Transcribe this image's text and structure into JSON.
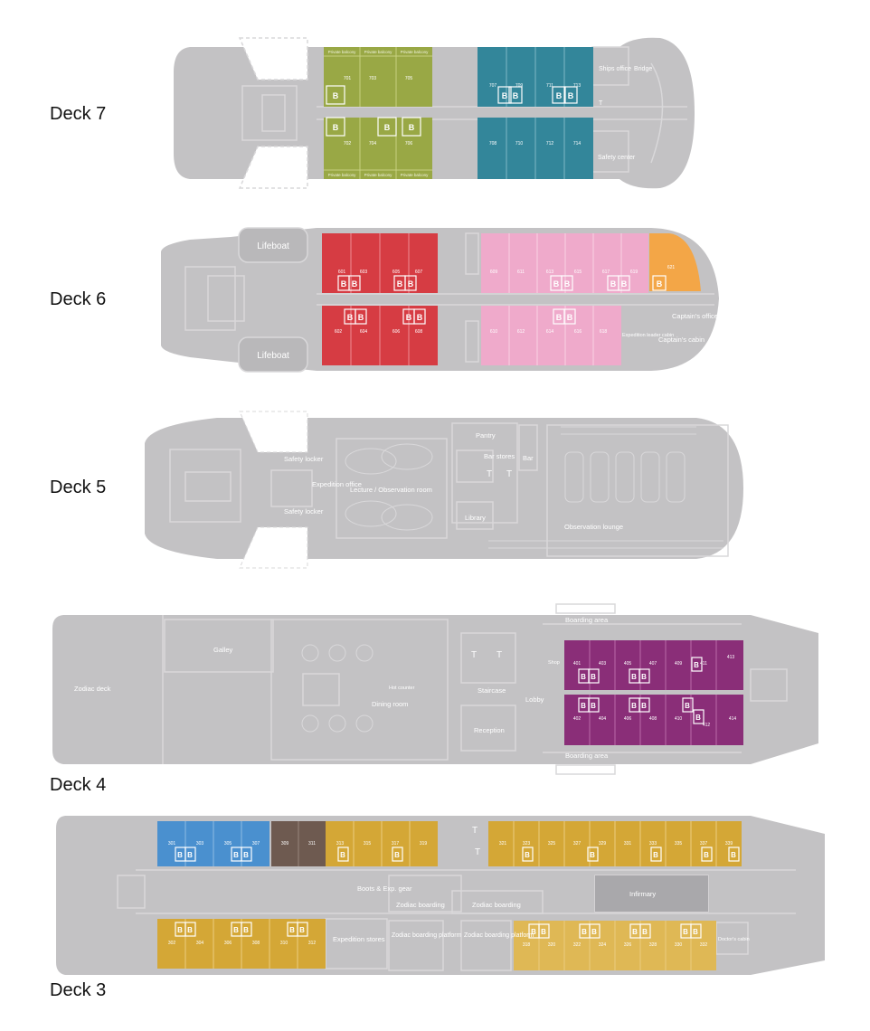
{
  "colors": {
    "hull": "#c3c2c4",
    "line": "#d9d8da",
    "olive": "#99a845",
    "teal": "#33869a",
    "red": "#d63c43",
    "pink": "#efaacb",
    "orange": "#f3a647",
    "purple": "#8a2e78",
    "blue": "#4a90cf",
    "brown": "#6e5a50",
    "gold": "#d4a736",
    "gold_light": "#dfb855"
  },
  "decks": [
    {
      "label": "Deck 7",
      "rooms": [
        "Ships office",
        "Bridge",
        "Safety center",
        "T"
      ],
      "balcony": "Private balcony",
      "cabins": {
        "olive_top": [
          "701",
          "703",
          "705"
        ],
        "olive_bottom": [
          "702",
          "704",
          "706"
        ],
        "teal_top": [
          "707",
          "709",
          "711",
          "713"
        ],
        "teal_bottom": [
          "708",
          "710",
          "712",
          "714"
        ]
      }
    },
    {
      "label": "Deck 6",
      "rooms": [
        "Lifeboat",
        "Lifeboat",
        "Captain's office",
        "Captain's cabin",
        "Expedition leader cabin"
      ],
      "cabins": {
        "red_top": [
          "601",
          "603",
          "605",
          "607"
        ],
        "red_bottom": [
          "602",
          "604",
          "606",
          "608"
        ],
        "pink_top": [
          "609",
          "611",
          "613",
          "615",
          "617",
          "619"
        ],
        "pink_bottom": [
          "610",
          "612",
          "614",
          "616",
          "618"
        ],
        "orange": [
          "621"
        ]
      }
    },
    {
      "label": "Deck 5",
      "rooms": [
        "Safety locker",
        "Expedition office",
        "Safety locker",
        "Lecture / Observation room",
        "Pantry",
        "Bar stores",
        "Bar",
        "Library",
        "Observation lounge",
        "T",
        "T"
      ]
    },
    {
      "label": "Deck 4",
      "rooms": [
        "Zodiac deck",
        "Galley",
        "Hot counter",
        "Dining room",
        "T",
        "T",
        "Staircase",
        "Reception",
        "Lobby",
        "Boarding area",
        "Boarding area",
        "Shop"
      ],
      "cabins": {
        "purple_top": [
          "401",
          "403",
          "405",
          "407",
          "409",
          "411",
          "413"
        ],
        "purple_bottom": [
          "402",
          "404",
          "406",
          "408",
          "410",
          "412",
          "414"
        ]
      }
    },
    {
      "label": "Deck 3",
      "rooms": [
        "Boots & Exp. gear",
        "Zodiac boarding",
        "Zodiac boarding",
        "Infirmary",
        "Expedition stores",
        "Zodiac boarding platform",
        "Zodiac boarding platform",
        "Doctor's cabin",
        "T",
        "T"
      ],
      "cabins": {
        "blue_top": [
          "301",
          "303",
          "305",
          "307"
        ],
        "brown_top": [
          "309",
          "311"
        ],
        "gold_top_left": [
          "313",
          "315",
          "317",
          "319"
        ],
        "gold_top_right": [
          "321",
          "323",
          "325",
          "327",
          "329",
          "331",
          "333",
          "335",
          "337",
          "339"
        ],
        "gold_bottom_left": [
          "302",
          "304",
          "306",
          "308",
          "310",
          "312"
        ],
        "gold_bottom_right": [
          "318",
          "320",
          "322",
          "324",
          "326",
          "328",
          "330",
          "332"
        ]
      }
    }
  ],
  "bed_marker": "B"
}
